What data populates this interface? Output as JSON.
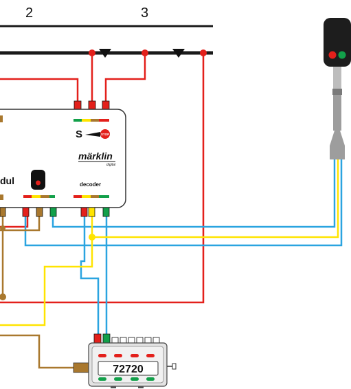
{
  "section_labels": {
    "section_2": "2",
    "section_3": "3"
  },
  "module": {
    "label_partial": "dul",
    "decoder_label": "decoder",
    "stop_indicator_letter": "S",
    "stop_sign_text": "STOP",
    "brand_logo": "märklin",
    "brand_sub": "digital"
  },
  "control_unit": {
    "id_label": "72720"
  },
  "colors": {
    "track": "#1a1a1a",
    "feed_red": "#e3201b",
    "wire_brown": "#a9782e",
    "wire_blue": "#2aa4e0",
    "wire_yellow": "#ffe400",
    "pin_green": "#12a04a",
    "signal_body": "#1d1d1d",
    "mast_gray": "#9d9d9d"
  },
  "icons": [
    "signal-lamp-red-icon",
    "signal-lamp-green-icon",
    "stop-sign-icon",
    "insulation-triangle-icon"
  ]
}
